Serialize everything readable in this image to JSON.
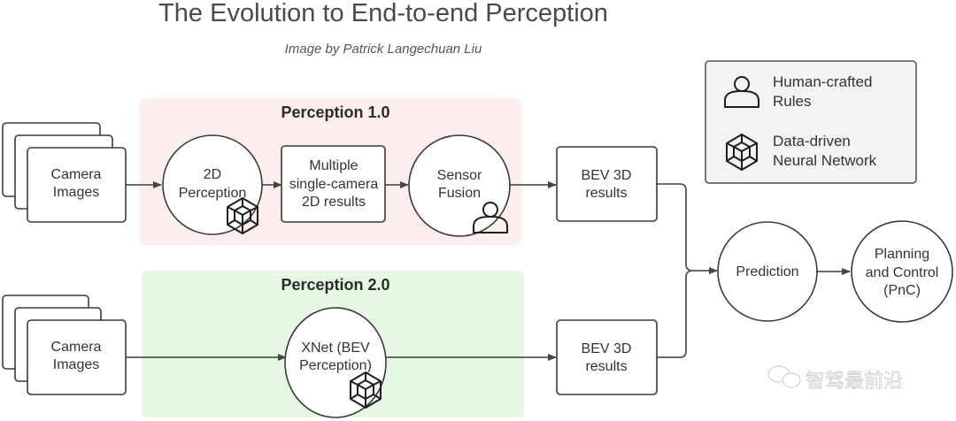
{
  "header": {
    "title": "The Evolution to End-to-end Perception",
    "subtitle": "Image by Patrick Langechuan Liu"
  },
  "colors": {
    "perception_1_bg": "#fdeeed",
    "perception_2_bg": "#e5f8e2",
    "legend_bg": "#f2f3f5",
    "line": "#555555"
  },
  "groups": {
    "perception_1": {
      "title": "Perception 1.0"
    },
    "perception_2": {
      "title": "Perception 2.0"
    }
  },
  "nodes": {
    "camera_images_1": {
      "lines": [
        "Camera",
        "Images"
      ]
    },
    "perception_2d": {
      "lines": [
        "2D",
        "Perception"
      ],
      "icon": "neural-network-cube-icon"
    },
    "single_camera_results": {
      "lines": [
        "Multiple",
        "single-camera",
        "2D results"
      ]
    },
    "sensor_fusion": {
      "lines": [
        "Sensor",
        "Fusion"
      ],
      "icon": "person-icon"
    },
    "bev_results_1": {
      "lines": [
        "BEV 3D",
        "results"
      ]
    },
    "camera_images_2": {
      "lines": [
        "Camera",
        "Images"
      ]
    },
    "xnet": {
      "lines": [
        "XNet (BEV",
        "Perception)"
      ],
      "icon": "neural-network-cube-icon"
    },
    "bev_results_2": {
      "lines": [
        "BEV 3D",
        "results"
      ]
    },
    "prediction": {
      "lines": [
        "Prediction"
      ]
    },
    "planning": {
      "lines": [
        "Planning",
        "and Control",
        "(PnC)"
      ]
    }
  },
  "edges": [
    {
      "from": "camera_images_1",
      "to": "perception_2d"
    },
    {
      "from": "perception_2d",
      "to": "single_camera_results"
    },
    {
      "from": "single_camera_results",
      "to": "sensor_fusion"
    },
    {
      "from": "sensor_fusion",
      "to": "bev_results_1"
    },
    {
      "from": "camera_images_2",
      "to": "xnet"
    },
    {
      "from": "xnet",
      "to": "bev_results_2"
    },
    {
      "from": "bev_results_1",
      "to": "prediction"
    },
    {
      "from": "bev_results_2",
      "to": "prediction"
    },
    {
      "from": "prediction",
      "to": "planning"
    }
  ],
  "legend": {
    "items": [
      {
        "icon": "person-icon",
        "lines": [
          "Human-crafted",
          "Rules"
        ]
      },
      {
        "icon": "neural-network-cube-icon",
        "lines": [
          "Data-driven",
          "Neural Network"
        ]
      }
    ]
  },
  "watermark": {
    "text": "智驾最前沿",
    "icon": "wechat-icon"
  }
}
